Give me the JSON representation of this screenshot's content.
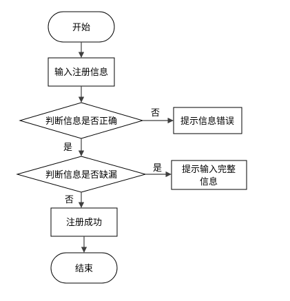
{
  "nodes": {
    "start": "开始",
    "input_info": "输入注册信息",
    "check_correct": "判断信息是否正确",
    "error_msg": "提示信息错误",
    "check_missing": "判断信息是否缺漏",
    "complete_msg_line1": "提示输入完整",
    "complete_msg_line2": "信息",
    "success": "注册成功",
    "end": "结束"
  },
  "edges": {
    "correct_no": "否",
    "correct_yes": "是",
    "missing_yes": "是",
    "missing_no": "否"
  }
}
